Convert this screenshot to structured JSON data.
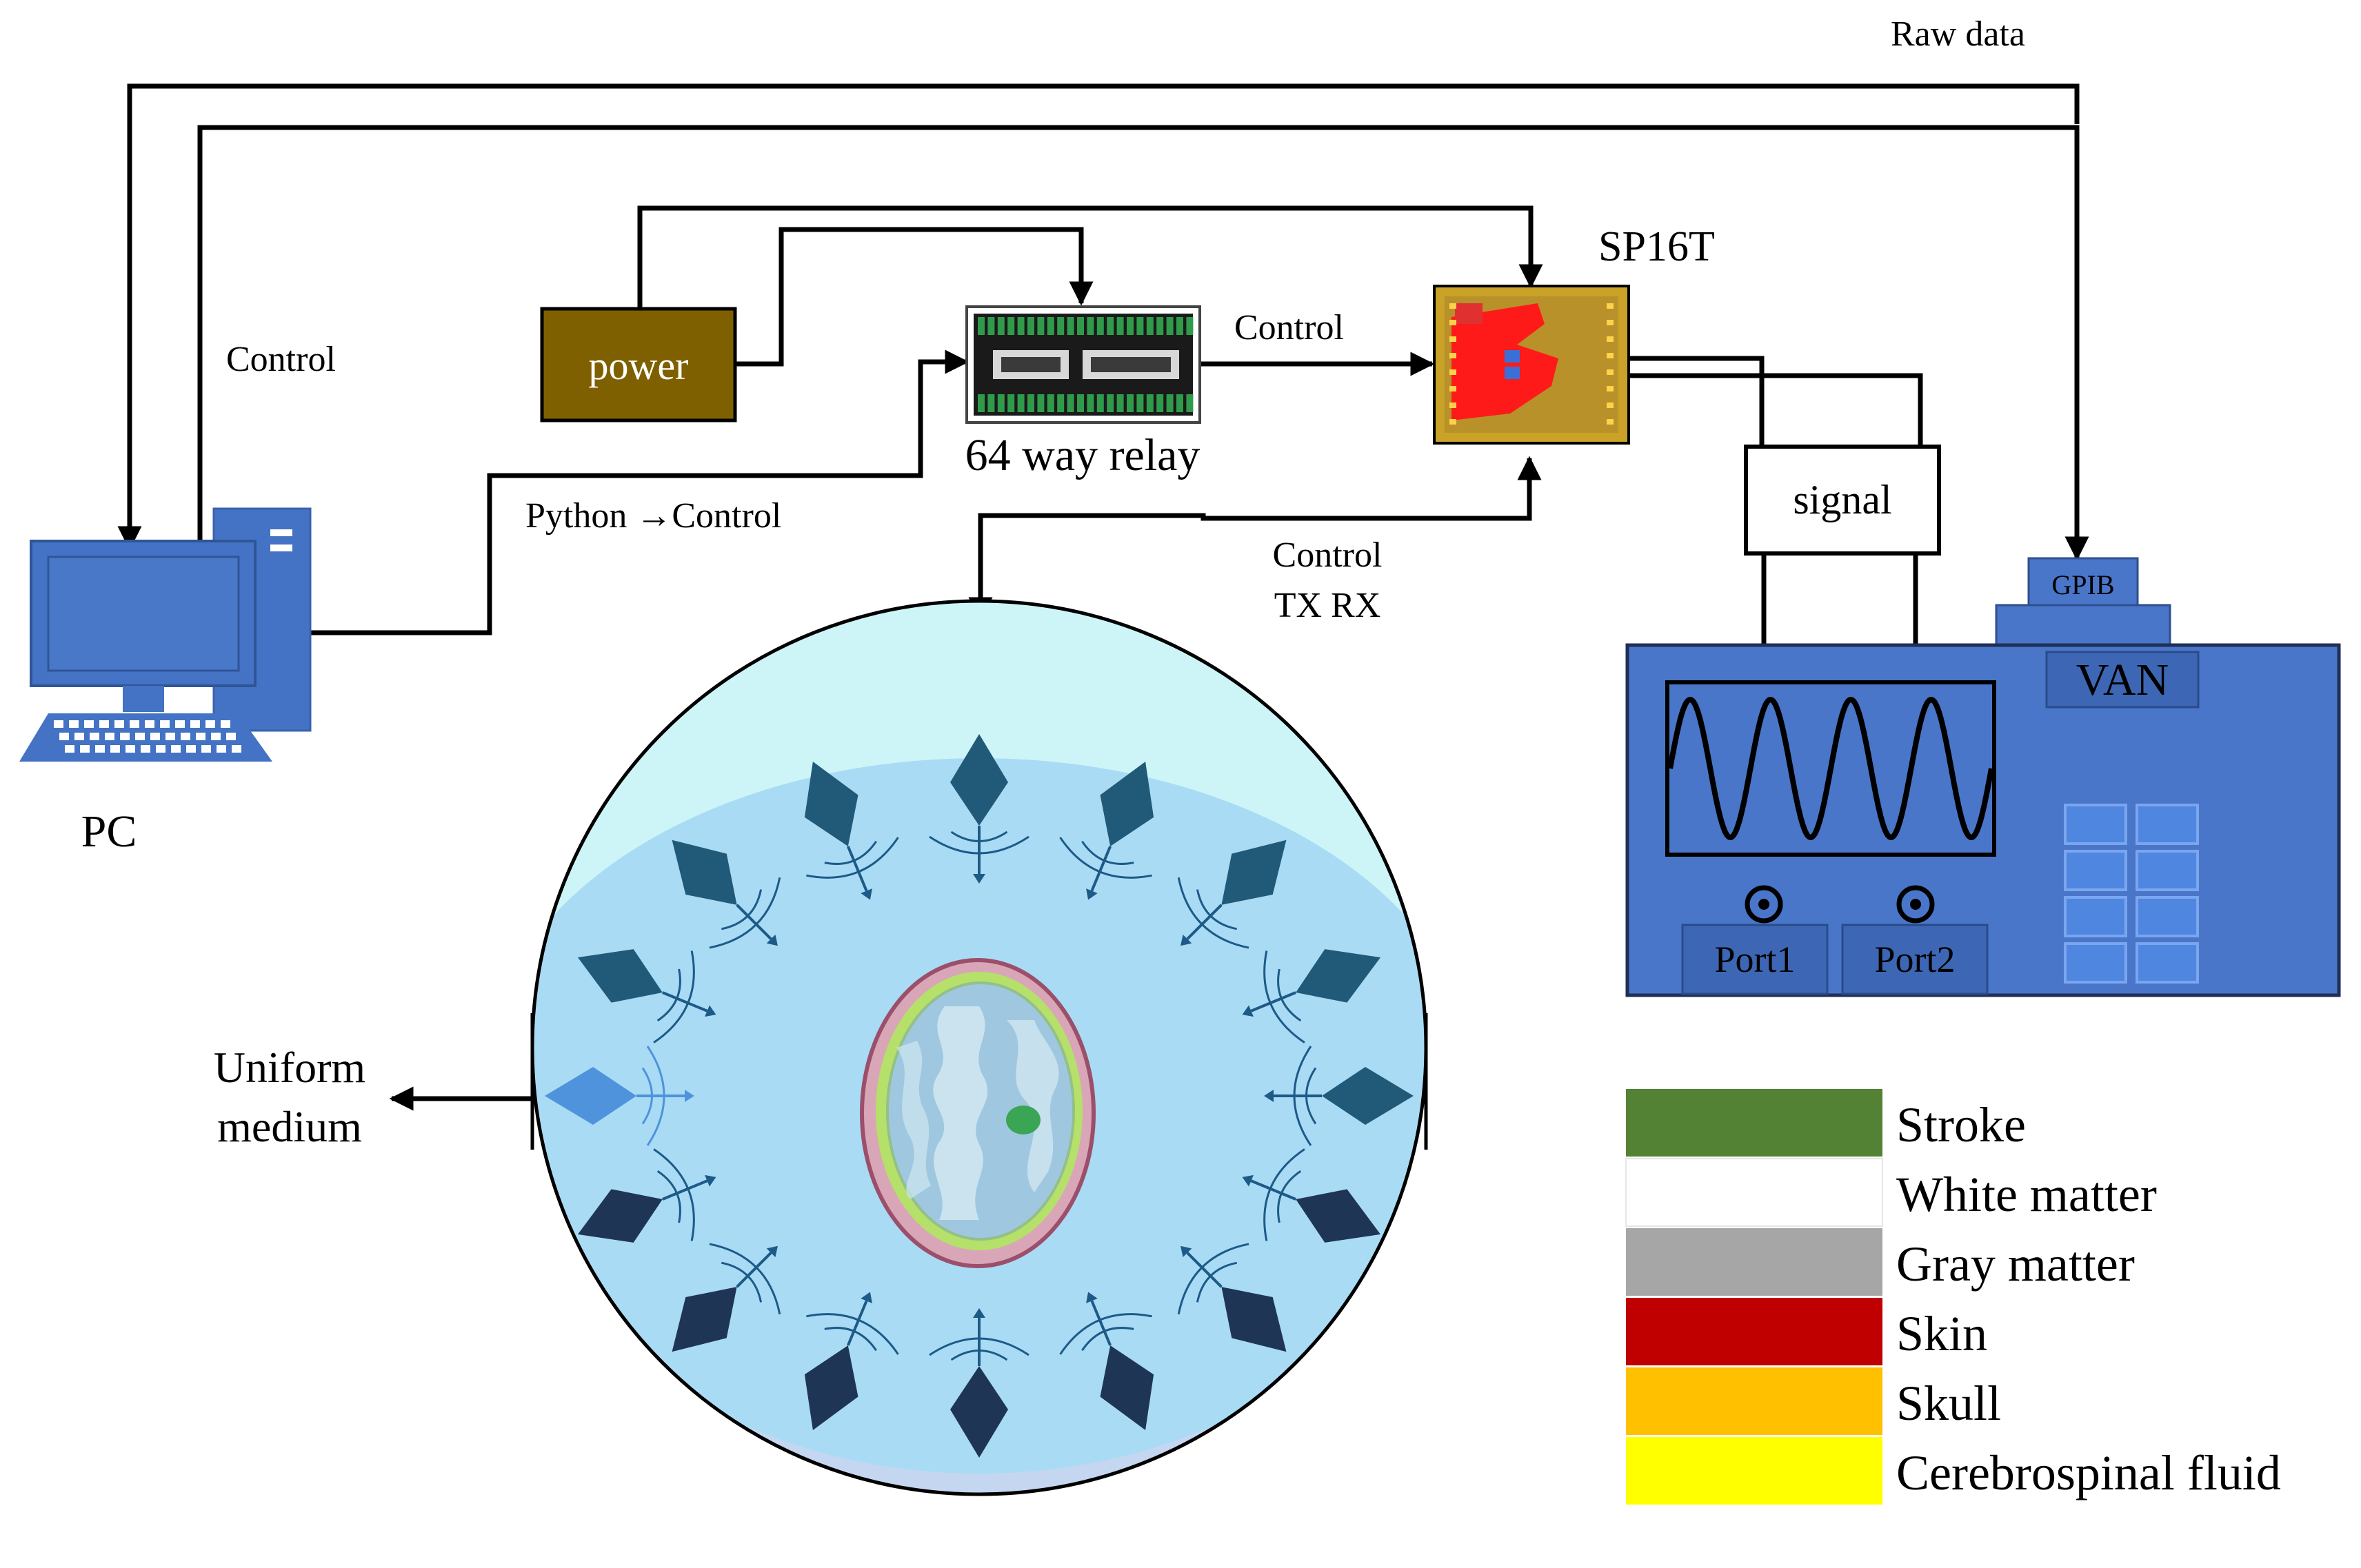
{
  "labels": {
    "raw_data": "Raw data",
    "control_pc": "Control",
    "power": "power",
    "relay": "64 way relay",
    "control_relay": "Control",
    "sp16t": "SP16T",
    "python_control": "Python →Control",
    "control_txrx_line1": "Control",
    "control_txrx_line2": "TX RX",
    "signal": "signal",
    "gpib": "GPIB",
    "van": "VAN",
    "port1": "Port1",
    "port2": "Port2",
    "pc": "PC",
    "uniform_line1": "Uniform",
    "uniform_line2": "medium"
  },
  "legend": [
    {
      "label": "Stroke",
      "color": "#548235"
    },
    {
      "label": "White matter",
      "color": "#ffffff"
    },
    {
      "label": "Gray matter",
      "color": "#a6a6a6"
    },
    {
      "label": "Skin",
      "color": "#c00000"
    },
    {
      "label": "Skull",
      "color": "#ffc000"
    },
    {
      "label": "Cerebrospinal fluid",
      "color": "#ffff00"
    }
  ],
  "colors": {
    "pc": "#4472c4",
    "power": "#7f6000",
    "van": "#4a76c9",
    "medium_top": "#cdf5f8",
    "medium_mid": "#a9dcf4",
    "medium_bottom": "#c5d6f1",
    "antenna_top": "#215a78",
    "antenna_bottom": "#1f3556",
    "antenna_active": "#4f93dc"
  },
  "icons": [
    "desktop-computer-icon",
    "relay-board-icon",
    "sp16t-board-icon",
    "sine-wave-icon",
    "coax-port-icon",
    "brain-phantom-icon",
    "antenna-icon"
  ]
}
